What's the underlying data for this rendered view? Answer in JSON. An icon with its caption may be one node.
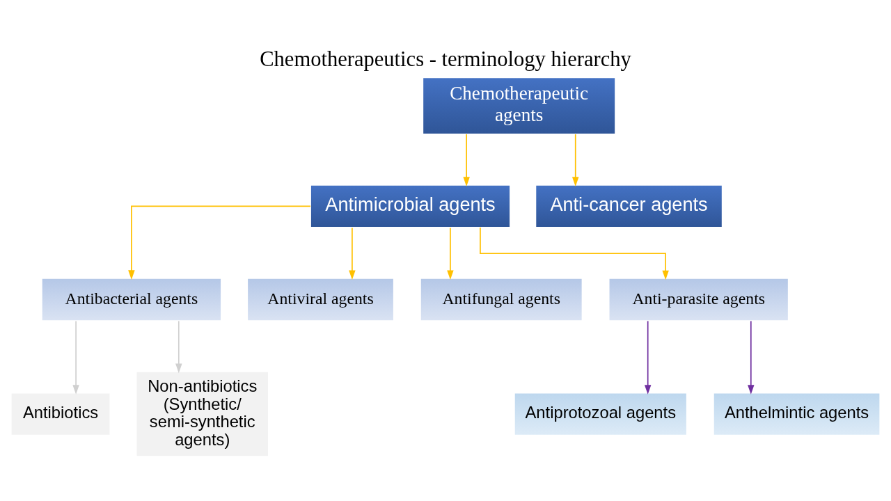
{
  "diagram": {
    "title": "Chemotherapeutics - terminology hierarchy",
    "nodes": [
      {
        "text": [
          "Chemotherapeutic agents"
        ]
      },
      {
        "text": [
          "Antimicrobial agents"
        ]
      },
      {
        "text": [
          "Anti-cancer agents"
        ]
      },
      {
        "text": [
          "Antibacterial agents"
        ]
      },
      {
        "text": [
          "Antiviral agents"
        ]
      },
      {
        "text": [
          "Antifungal agents"
        ]
      },
      {
        "text": [
          "Anti-parasite agents"
        ]
      },
      {
        "text": [
          "Antibiotics"
        ]
      },
      {
        "text": [
          "Non-antibiotics (Synthetic/ semi-synthetic agents)"
        ]
      },
      {
        "text": [
          "Antiprotozoal agents"
        ]
      },
      {
        "text": [
          "Anthelmintic agents"
        ]
      }
    ],
    "edges": [
      {
        "from": 0,
        "to": 1,
        "arrow": "to"
      },
      {
        "from": 0,
        "to": 2,
        "arrow": "to"
      },
      {
        "from": 1,
        "to": 3,
        "arrow": "to"
      },
      {
        "from": 1,
        "to": 4,
        "arrow": "to"
      },
      {
        "from": 1,
        "to": 5,
        "arrow": "to"
      },
      {
        "from": 1,
        "to": 6,
        "arrow": "to"
      },
      {
        "from": 3,
        "to": 7,
        "arrow": "to",
        "color": "#d0d0d0"
      },
      {
        "from": 3,
        "to": 8,
        "arrow": "to",
        "color": "#d0d0d0"
      },
      {
        "from": 6,
        "to": 9,
        "arrow": "to",
        "color": "#7030a0"
      },
      {
        "from": 6,
        "to": 10,
        "arrow": "to",
        "color": "#7030a0"
      }
    ]
  }
}
